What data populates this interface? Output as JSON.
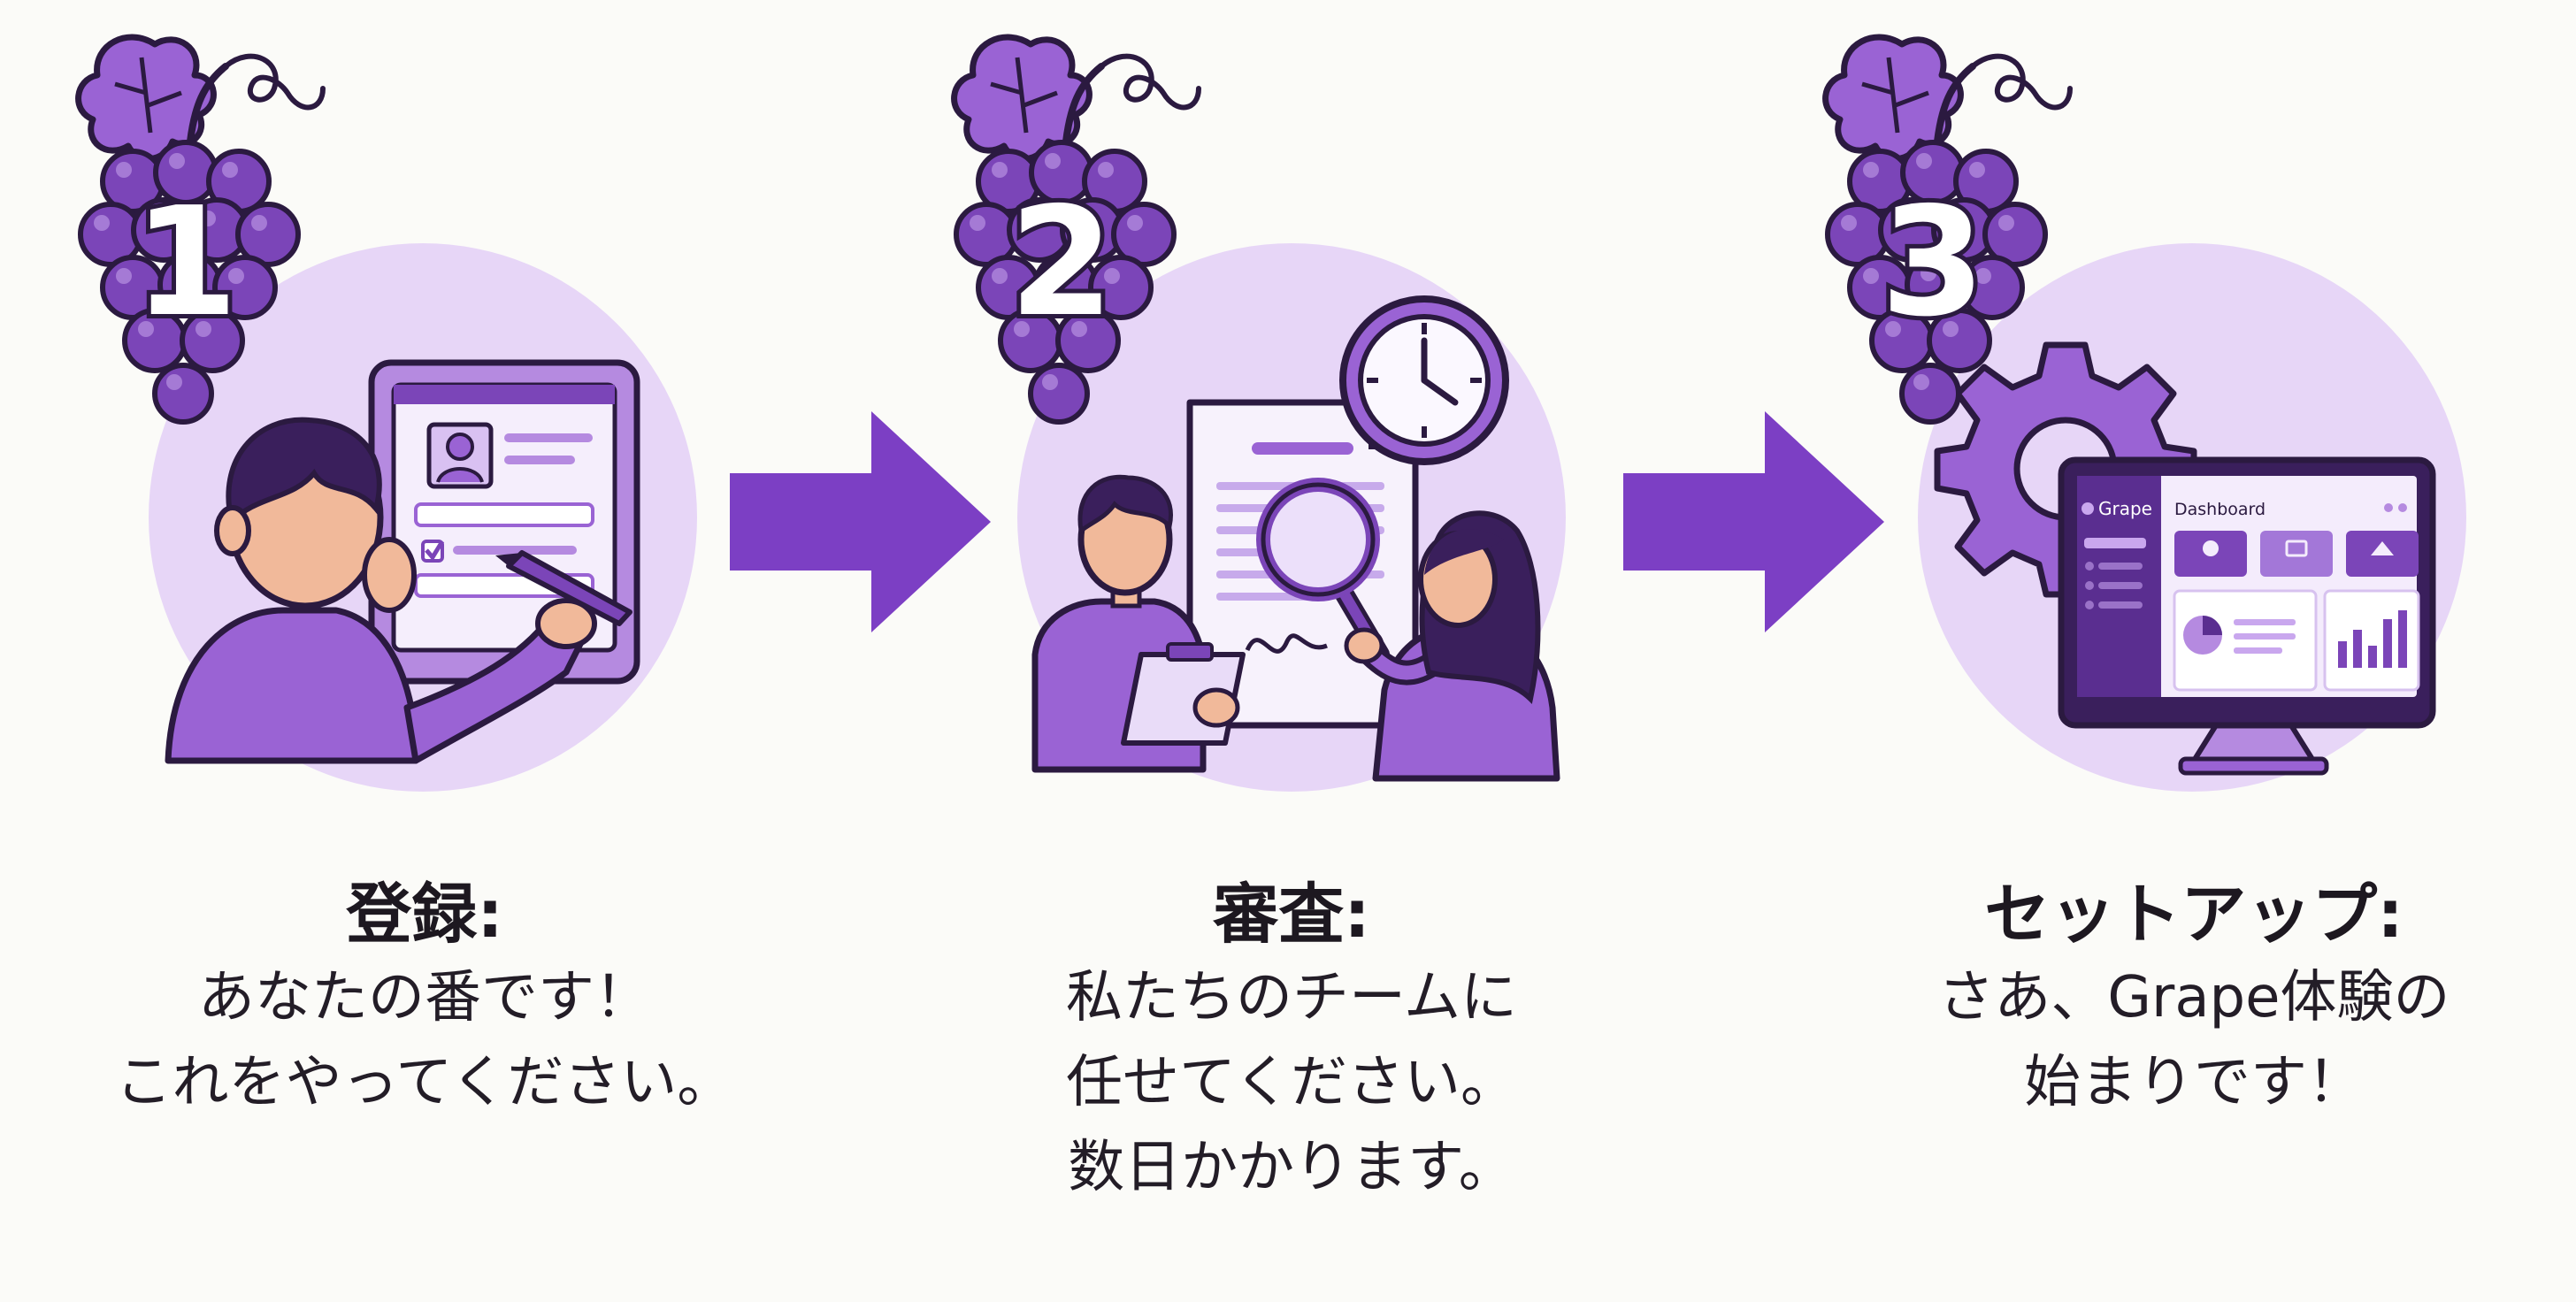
{
  "steps": [
    {
      "number": "1",
      "title": "登録:",
      "lines": [
        "あなたの番です！",
        "これをやってください。"
      ]
    },
    {
      "number": "2",
      "title": "審査:",
      "lines": [
        "私たちのチームに",
        "任せてください。",
        "数日かかります。"
      ]
    },
    {
      "number": "3",
      "title": "セットアップ:",
      "lines": [
        "さあ、Grape体験の",
        "始まりです！"
      ]
    }
  ],
  "dashboard": {
    "brand": "Grape",
    "title": "Dashboard"
  },
  "colors": {
    "grape": "#7b45b8",
    "grape_dark": "#3a1f5c",
    "circle": "#e7d6f7",
    "arrow": "#7c3fc4",
    "skin": "#f1b99a",
    "shirt": "#9a63d4"
  },
  "icons": [
    "grape-icon",
    "tablet-icon",
    "pen-icon",
    "clock-icon",
    "magnifier-icon",
    "document-icon",
    "clipboard-icon",
    "gear-icon",
    "monitor-icon",
    "arrow-right-icon"
  ]
}
